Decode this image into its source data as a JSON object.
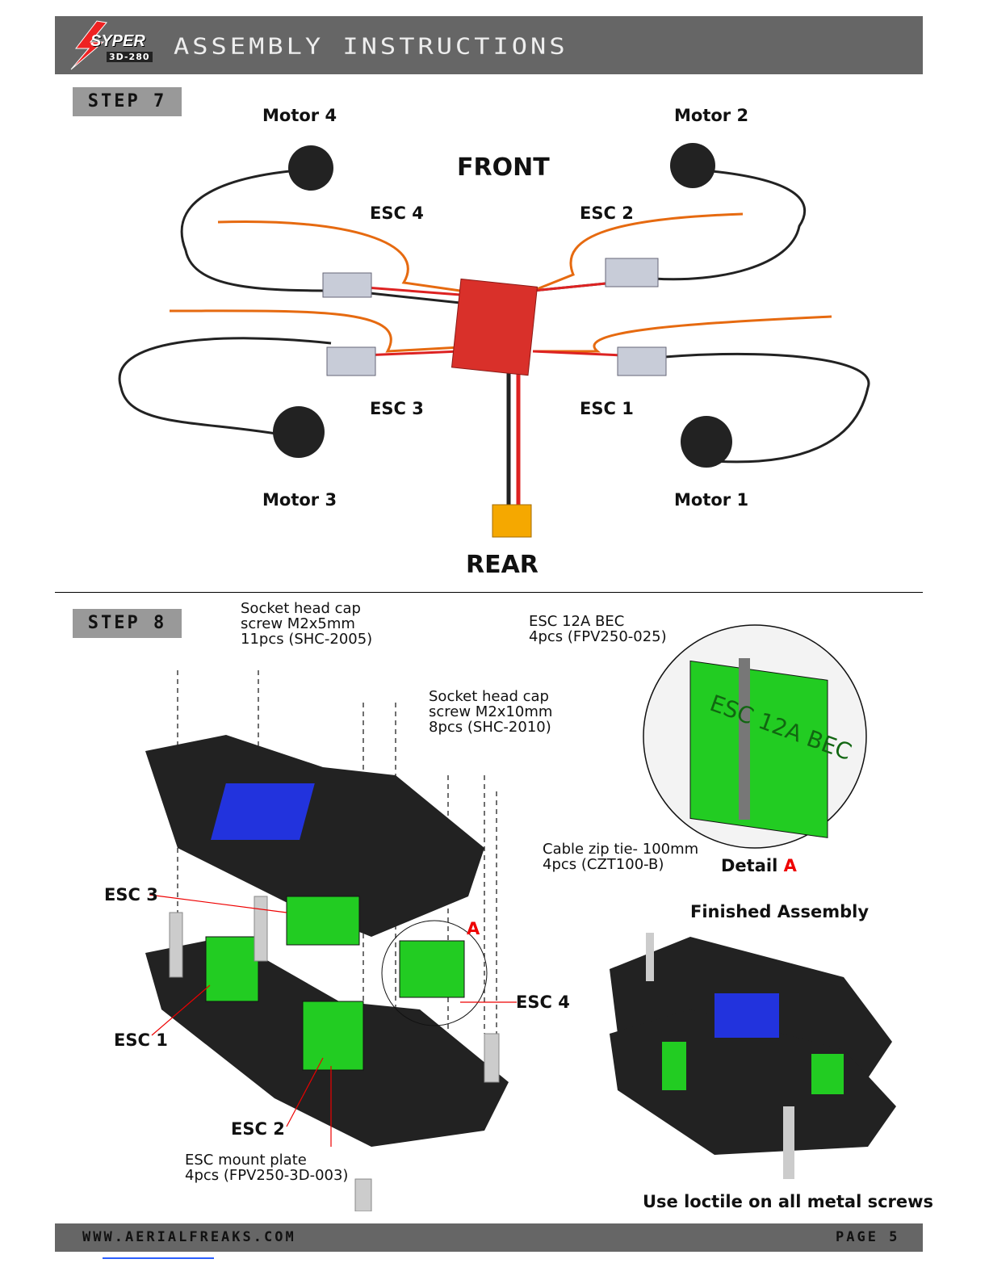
{
  "header": {
    "logo_text": "SYPER",
    "logo_sub": "3D-280",
    "title": "ASSEMBLY INSTRUCTIONS"
  },
  "step7": {
    "label": "STEP 7",
    "front": "FRONT",
    "rear": "REAR",
    "motors": [
      "Motor 4",
      "Motor 2",
      "Motor 3",
      "Motor 1"
    ],
    "escs": [
      "ESC 4",
      "ESC 2",
      "ESC 3",
      "ESC 1"
    ]
  },
  "step8": {
    "label": "STEP 8",
    "screw_short": "Socket head cap\nscrew M2x5mm\n11pcs (SHC-2005)",
    "screw_long": "Socket head cap\nscrew M2x10mm\n8pcs (SHC-2010)",
    "esc_bec": "ESC 12A BEC\n4pcs (FPV250-025)",
    "zip_tie": "Cable zip tie- 100mm\n4pcs (CZT100-B)",
    "detail_label": "Detail",
    "detail_letter": "A",
    "detail_marker": "A",
    "finished": "Finished Assembly",
    "esc3": "ESC 3",
    "esc4": "ESC 4",
    "esc1": "ESC 1",
    "esc2": "ESC 2",
    "mount_plate": "ESC mount plate\n4pcs (FPV250-3D-003)",
    "loctite_note": "Use loctile on all metal screws",
    "esc_block_text": "ESC 12A BEC"
  },
  "footer": {
    "website": "WWW.AERIALFREAKS.COM",
    "page": "PAGE 5"
  },
  "colors": {
    "header_bg": "#666666",
    "step_bg": "#999999",
    "accent_red": "#e00000",
    "esc_green": "#22cc22"
  }
}
